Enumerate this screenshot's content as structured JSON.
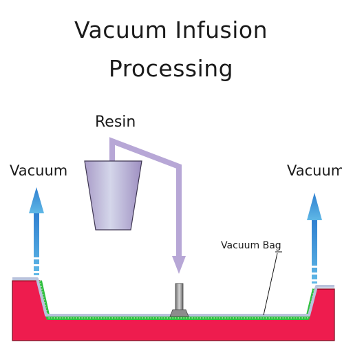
{
  "title": {
    "line1": "Vacuum Infusion",
    "line2": "Processing"
  },
  "labels": {
    "resin": "Resin",
    "vacuum_left": "Vacuum",
    "vacuum_right": "Vacuum",
    "vacuum_bag": "Vacuum Bag"
  },
  "colors": {
    "mold": "#ee1c4e",
    "laminate": "#2fbf3f",
    "bag": "#b9c2dc",
    "resin_line": "#b7a7d6",
    "vacuum_arrow": "#3d8ed6"
  }
}
